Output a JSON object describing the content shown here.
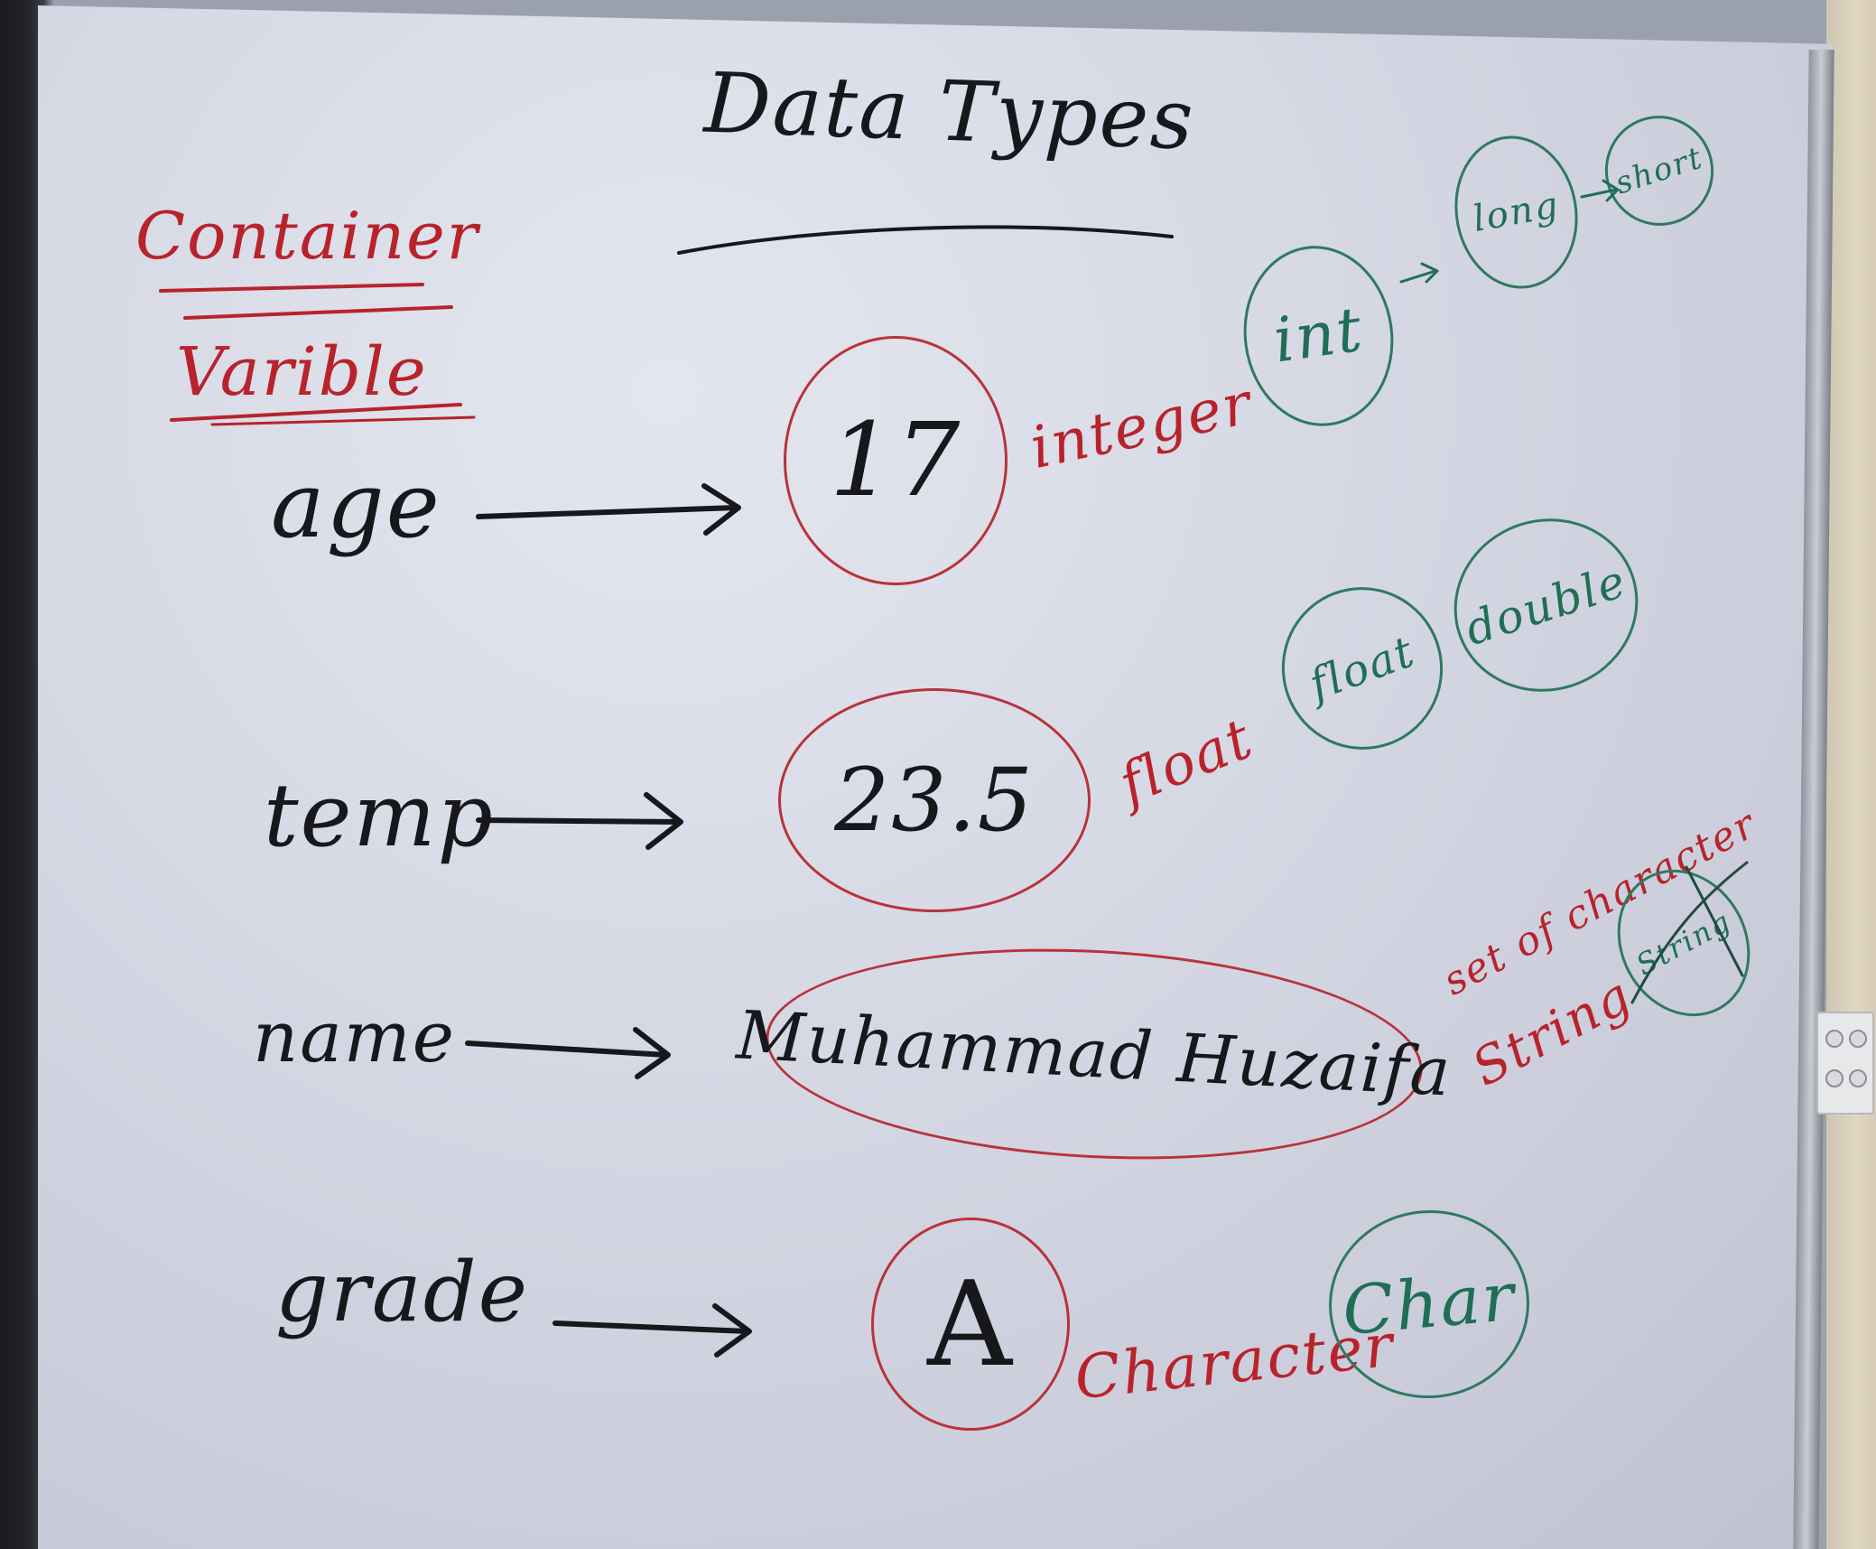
{
  "board": {
    "title": "Data Types",
    "heading_top": "Container",
    "heading_bottom": "Varible"
  },
  "rows": [
    {
      "variable": "age",
      "value": "17",
      "type_label": "integer",
      "java_types": [
        "int",
        "long",
        "short"
      ]
    },
    {
      "variable": "temp",
      "value": "23.5",
      "type_label": "float",
      "java_types": [
        "float",
        "double"
      ]
    },
    {
      "variable": "name",
      "value": "Muhammad Huzaifa",
      "type_label": "String",
      "note": "set of character",
      "java_types": [
        "String"
      ]
    },
    {
      "variable": "grade",
      "value": "A",
      "type_label": "Character",
      "java_types": [
        "Char"
      ]
    }
  ],
  "colors": {
    "black_ink": "#17181c",
    "red_ink": "#b8232b",
    "green_ink": "#1f6e55",
    "board": "#d6d8e4"
  }
}
